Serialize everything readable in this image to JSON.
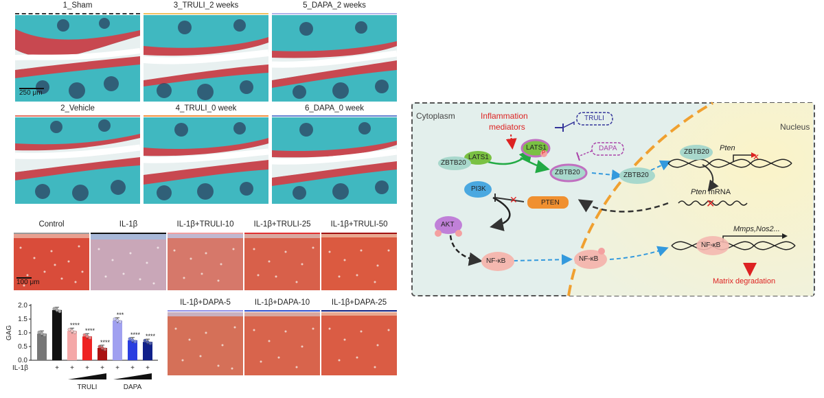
{
  "histology": {
    "panels": [
      {
        "id": "p1",
        "label": "1_Sham",
        "line_color": "#333333",
        "dashed": true
      },
      {
        "id": "p3",
        "label": "3_TRULI_2 weeks",
        "line_color": "#f0c060",
        "dashed": false
      },
      {
        "id": "p5",
        "label": "5_DAPA_2 weeks",
        "line_color": "#b0b0e8",
        "dashed": false
      },
      {
        "id": "p2",
        "label": "2_Vehicle",
        "line_color": "#e07060",
        "dashed": false
      },
      {
        "id": "p4",
        "label": "4_TRULI_0 week",
        "line_color": "#f09040",
        "dashed": false
      },
      {
        "id": "p6",
        "label": "6_DAPA_0 week",
        "line_color": "#6080d0",
        "dashed": false
      }
    ],
    "scale_label": "250 μm"
  },
  "cartilage": {
    "row1": [
      {
        "label": "Control",
        "line_color": "#999999"
      },
      {
        "label": "IL-1β",
        "line_color": "#111111"
      },
      {
        "label": "IL-1β+TRULI-10",
        "line_color": "#f0a0a0"
      },
      {
        "label": "IL-1β+TRULI-25",
        "line_color": "#e03030"
      },
      {
        "label": "IL-1β+TRULI-50",
        "line_color": "#a01010"
      }
    ],
    "row2": [
      {
        "label": "IL-1β+DAPA-5",
        "line_color": "#9090e8"
      },
      {
        "label": "IL-1β+DAPA-10",
        "line_color": "#3050d0"
      },
      {
        "label": "IL-1β+DAPA-25",
        "line_color": "#102080"
      }
    ],
    "scale_label": "100 μm"
  },
  "chart_data": {
    "type": "bar",
    "ylabel": "GAG",
    "ylim": [
      0,
      2.0
    ],
    "yticks": [
      "0.0",
      "0.5",
      "1.0",
      "1.5",
      "2.0"
    ],
    "series": [
      {
        "values": [
          0.97,
          1.83,
          1.07,
          0.87,
          0.45,
          1.45,
          0.73,
          0.67
        ]
      }
    ],
    "bar_colors": [
      "#777777",
      "#111111",
      "#f4a8a8",
      "#ee2222",
      "#aa1111",
      "#a0a0f0",
      "#2a3ee0",
      "#10208a"
    ],
    "point_colors": [
      "#aaaaaa",
      "#aaaaaa",
      "#f4c8c8",
      "#f08080",
      "#d06060",
      "#c8c8f8",
      "#7080e0",
      "#5060b0"
    ],
    "significance": [
      "",
      "",
      "****",
      "****",
      "****",
      "***",
      "****",
      "****"
    ],
    "il1b_row_label": "IL-1β",
    "il1b_marks": [
      "",
      "+",
      "+",
      "+",
      "+",
      "+",
      "+",
      "+"
    ],
    "group_labels": [
      "TRULI",
      "DAPA"
    ]
  },
  "diagram": {
    "cytoplasm_label": "Cytoplasm",
    "nucleus_label": "Nucleus",
    "inflammation_label_1": "Inflammation",
    "inflammation_label_2": "mediators",
    "lats1": "LATS1",
    "lats1_p": "LATS1",
    "p": "P",
    "zbtb20": "ZBTB20",
    "zbtb20_b": "ZBTB20",
    "zbtb20_c": "ZBTB20",
    "zbtb20_d": "ZBTB20",
    "truli": "TRULI",
    "dapa": "DAPA",
    "pi3k": "PI3K",
    "pten": "PTEN",
    "akt": "AKT",
    "nfkb": "NF-κB",
    "nfkb_b": "NF-κB",
    "nfkb_c": "NF-κB",
    "pten_gene": "Pten",
    "pten_mrna_italic": "Pten",
    "pten_mrna_rest": " mRNA",
    "mmps": "Mmps,Nos2...",
    "matrix": "Matrix degradation"
  }
}
